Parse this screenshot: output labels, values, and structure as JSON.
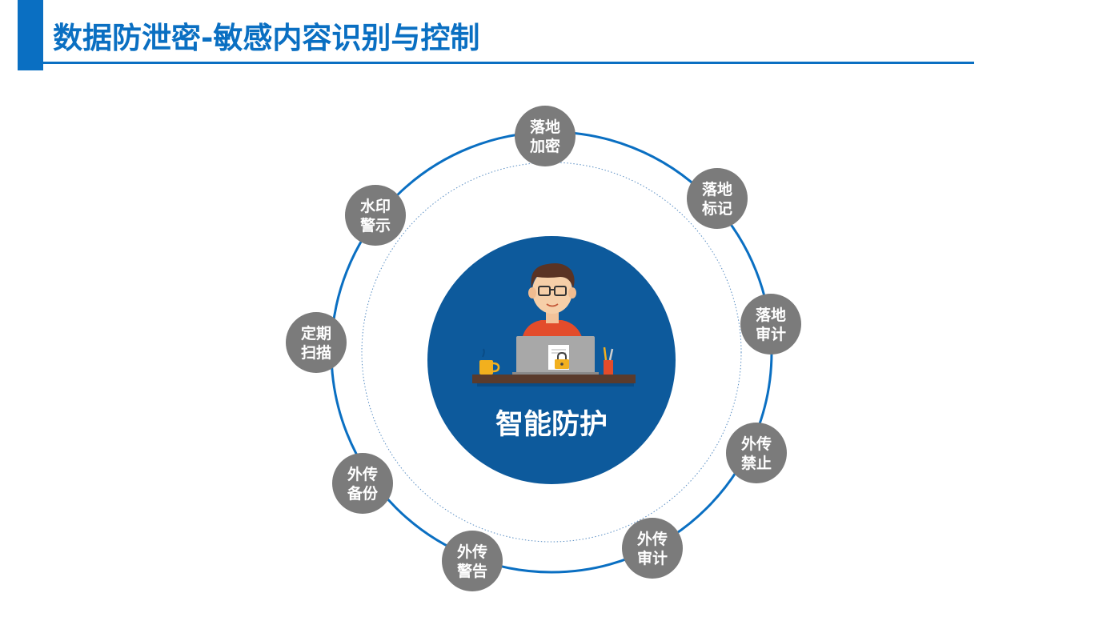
{
  "header": {
    "title": "数据防泄密-敏感内容识别与控制"
  },
  "colors": {
    "brand_blue": "#0a6fc2",
    "center_blue": "#0d5a9c",
    "node_gray": "#7b7b7b",
    "ring_blue": "#0a6fc2"
  },
  "center": {
    "label": "智能防护"
  },
  "nodes": [
    {
      "line1": "落地",
      "line2": "加密"
    },
    {
      "line1": "落地",
      "line2": "标记"
    },
    {
      "line1": "落地",
      "line2": "审计"
    },
    {
      "line1": "外传",
      "line2": "禁止"
    },
    {
      "line1": "外传",
      "line2": "审计"
    },
    {
      "line1": "外传",
      "line2": "警告"
    },
    {
      "line1": "外传",
      "line2": "备份"
    },
    {
      "line1": "定期",
      "line2": "扫描"
    },
    {
      "line1": "水印",
      "line2": "警示"
    }
  ]
}
